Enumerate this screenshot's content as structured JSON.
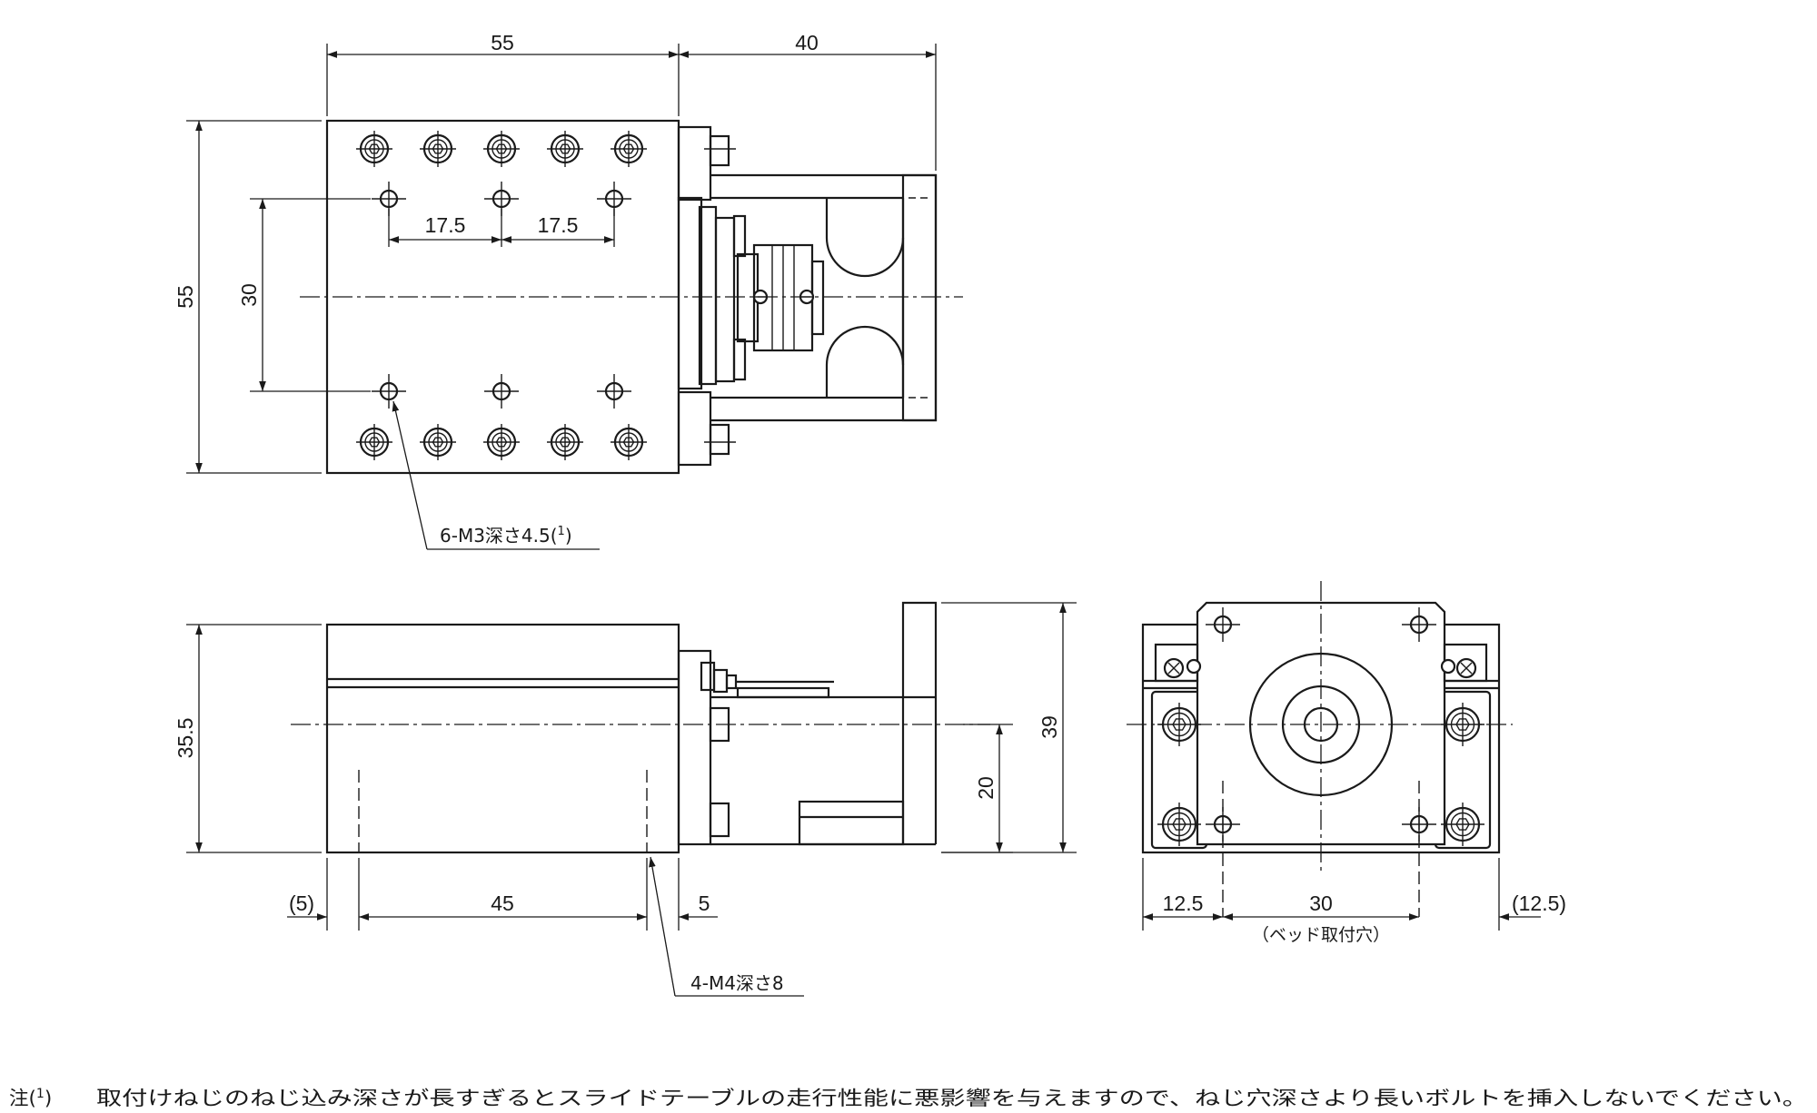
{
  "top_view": {
    "dim_width_table": "55",
    "dim_width_motor": "40",
    "dim_height_overall": "55",
    "dim_hole_pitch_y": "30",
    "dim_hole_pitch_x1": "17.5",
    "dim_hole_pitch_x2": "17.5",
    "hole_callout": "6-M3深さ4.5(",
    "hole_callout_note": "1",
    "hole_callout_close": ")"
  },
  "side_view": {
    "dim_height_table": "35.5",
    "dim_height_overall": "39",
    "dim_center_height": "20",
    "dim_left_offset": "(5)",
    "dim_hole_pitch": "45",
    "dim_right_offset": "5",
    "hole_callout": "4-M4深さ8"
  },
  "end_view": {
    "dim_left": "12.5",
    "dim_center": "30",
    "dim_center_note": "（ベッド取付穴）",
    "dim_right": "(12.5)"
  },
  "footnote": {
    "prefix": "注(",
    "number": "1",
    "suffix": ")",
    "text": "取付けねじのねじ込み深さが長すぎるとスライドテーブルの走行性能に悪影響を与えますので、ねじ穴深さより長いボルトを挿入しないでください。"
  }
}
